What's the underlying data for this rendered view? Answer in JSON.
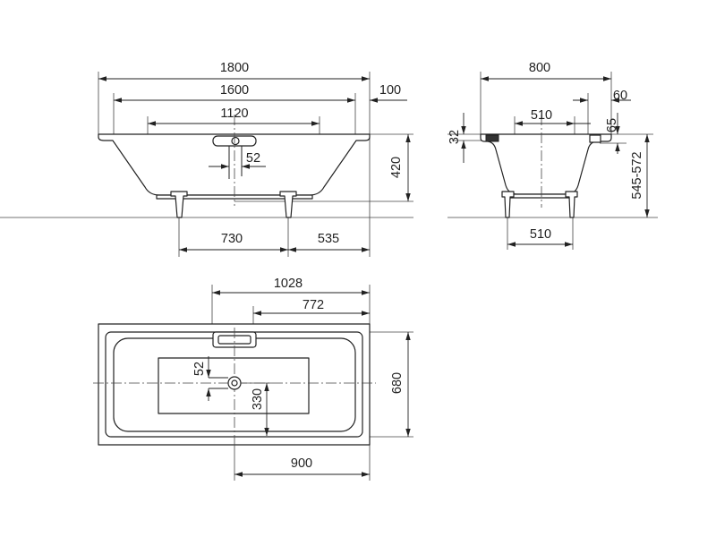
{
  "front_view": {
    "overall_length": "1800",
    "inner_length": "1600",
    "rim_width": "100",
    "floor_length": "1120",
    "overflow_offset": "52",
    "depth": "420",
    "foot_to_center": "730",
    "foot_to_end": "535"
  },
  "side_view": {
    "overall_width": "800",
    "rim_width": "60",
    "floor_width": "510",
    "rim_height": "65",
    "rim_thickness": "32",
    "total_height": "545-572",
    "foot_spacing": "510"
  },
  "plan_view": {
    "overflow_distance": "1028",
    "overflow_to_end": "772",
    "drain_offset": "52",
    "drain_to_edge": "330",
    "width": "680",
    "drain_to_end": "900"
  },
  "colors": {
    "line": "#222222",
    "background": "#ffffff"
  }
}
